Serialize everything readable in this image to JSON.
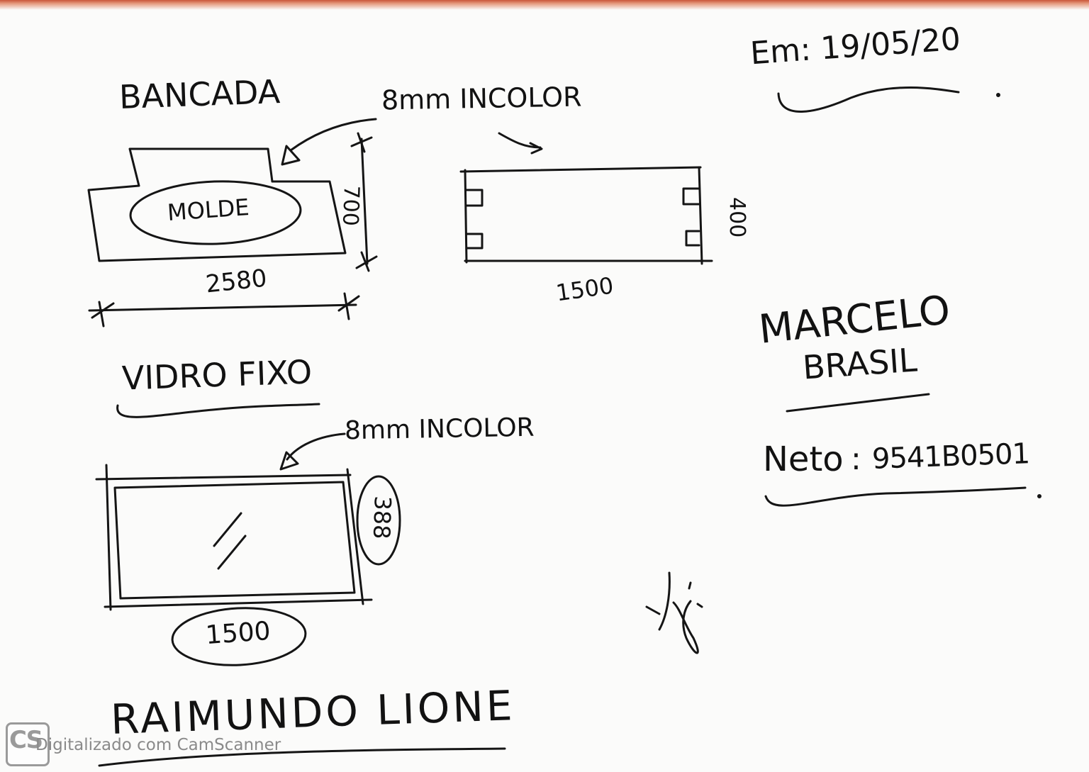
{
  "header": {
    "date_text": "Em: 19/05/20"
  },
  "bancada": {
    "title": "BANCADA",
    "material_label": "8mm INCOLOR",
    "mold_label": "MOLDE",
    "height_value": "700",
    "width_value": "2580"
  },
  "panel": {
    "height_value": "400",
    "width_value": "1500"
  },
  "vidro_fixo": {
    "title": "VIDRO FIXO",
    "material_label": "8mm INCOLOR",
    "height_value": "388",
    "width_value": "1500"
  },
  "client": {
    "name_line1": "MARCELO",
    "name_line2": "BRASIL",
    "phone_label": "Neto",
    "phone_value": "9541B0501"
  },
  "footer": {
    "name": "RAIMUNDO LIONE"
  },
  "watermark": {
    "badge_text": "CS",
    "label": "Digitalizado com CamScanner"
  },
  "colors": {
    "ink": "#121212",
    "paper": "#fbfbfa",
    "watermark": "#8a8a8a",
    "edge": "#c9563a"
  }
}
